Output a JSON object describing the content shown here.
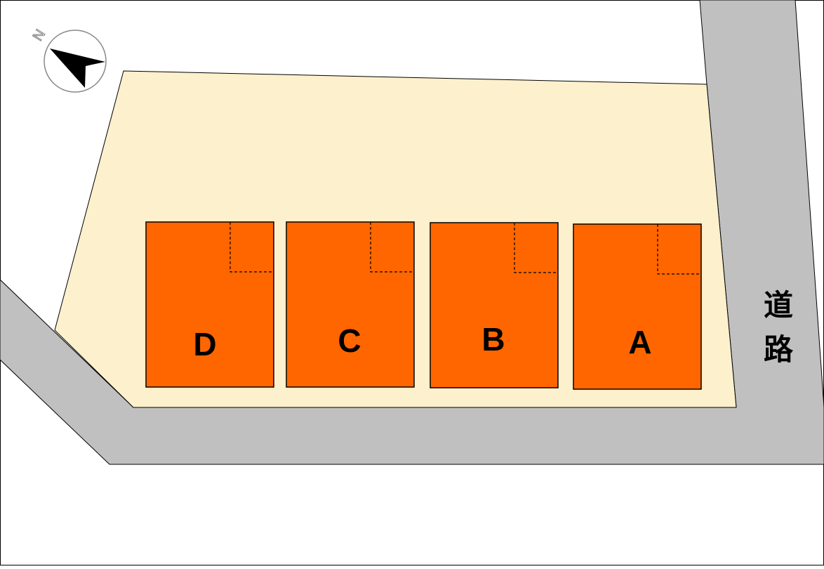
{
  "colors": {
    "background": "#ffffff",
    "site": "#fdf0cc",
    "road": "#c0c0c0",
    "lot": "#ff6600",
    "outline": "#000000"
  },
  "north": {
    "letter": "N",
    "icon": "north-arrow-icon"
  },
  "road": {
    "label_chars": [
      "道",
      "路"
    ]
  },
  "lots": [
    {
      "id": "D",
      "label": "D"
    },
    {
      "id": "C",
      "label": "C"
    },
    {
      "id": "B",
      "label": "B"
    },
    {
      "id": "A",
      "label": "A"
    }
  ]
}
